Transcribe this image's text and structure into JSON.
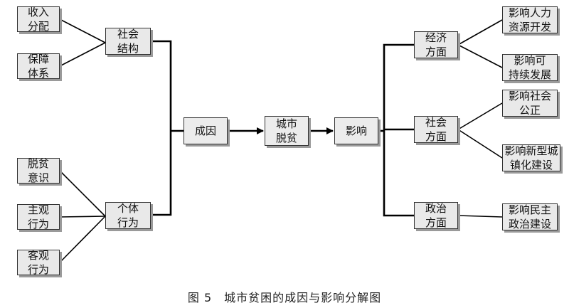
{
  "diagram": {
    "left_leaves": [
      {
        "id": "shouru",
        "label": "收入\n分配"
      },
      {
        "id": "baozhang",
        "label": "保障\n体系"
      },
      {
        "id": "tuopin_yishi",
        "label": "脱贫\n意识"
      },
      {
        "id": "zhuguan",
        "label": "主观\n行为"
      },
      {
        "id": "keguan",
        "label": "客观\n行为"
      }
    ],
    "left_mid": [
      {
        "id": "shehui_jiegou",
        "label": "社会\n结构"
      },
      {
        "id": "geti_xingwei",
        "label": "个体\n行为"
      }
    ],
    "center": [
      {
        "id": "chengyin",
        "label": "成因"
      },
      {
        "id": "chengshi_tuopin",
        "label": "城市\n脱贫"
      },
      {
        "id": "yingxiang",
        "label": "影响"
      }
    ],
    "right_mid": [
      {
        "id": "jingji",
        "label": "经济\n方面"
      },
      {
        "id": "shehui",
        "label": "社会\n方面"
      },
      {
        "id": "zhengzhi",
        "label": "政治\n方面"
      }
    ],
    "right_leaves": [
      {
        "id": "renli",
        "label": "影响人力\n资源开发"
      },
      {
        "id": "kechixu",
        "label": "影响可\n持续发展"
      },
      {
        "id": "gongzheng",
        "label": "影响社会\n公正"
      },
      {
        "id": "chengzhenhua",
        "label": "影响新型城\n镇化建设"
      },
      {
        "id": "minzhu",
        "label": "影响民主\n政治建设"
      }
    ]
  },
  "caption": "图 5　城市贫困的成因与影响分解图"
}
